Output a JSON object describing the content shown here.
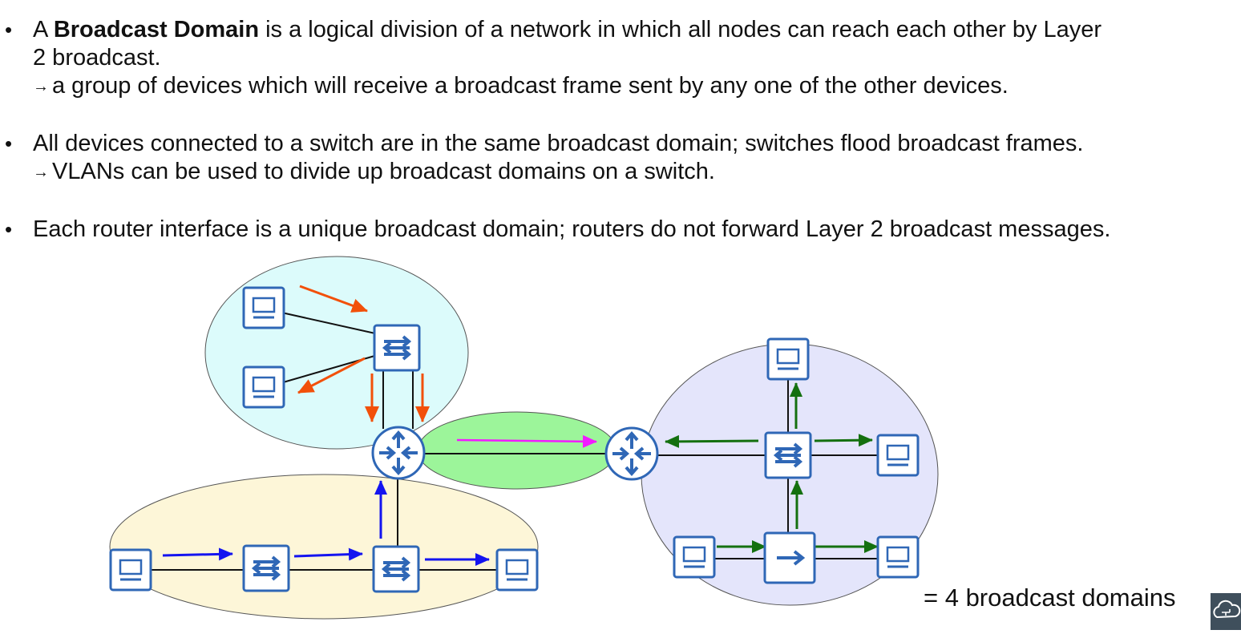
{
  "bullets": [
    {
      "prefix": "A ",
      "bold": "Broadcast Domain",
      "line1_rest": " is a logical division of a network in which all nodes can reach each other by Layer",
      "line2": "2 broadcast.",
      "line3": "a group of devices which will receive a broadcast frame sent by any one of the other devices."
    },
    {
      "line1": "All devices connected to a switch are in the same broadcast domain; switches flood broadcast frames.",
      "line2": "VLANs can be used to divide up broadcast domains on a switch."
    },
    {
      "line1": "Each router interface is a unique broadcast domain; routers do not forward Layer 2 broadcast messages."
    }
  ],
  "bullet_glyph": "•",
  "sub_arrow_glyph": "→",
  "summary": "= 4 broadcast domains",
  "colors": {
    "domain_cyan": "#dcfbfb",
    "domain_yellow": "#fdf6d8",
    "domain_green": "#9cf59a",
    "domain_lavender": "#e4e5fb",
    "icon_blue": "#2f67b6",
    "arrow_orange": "#f2500a",
    "arrow_magenta": "#f21aff",
    "arrow_blue": "#1414f0",
    "arrow_green": "#14700f"
  },
  "icons": [
    "pc-icon",
    "switch-icon",
    "router-icon",
    "firewall-icon"
  ]
}
